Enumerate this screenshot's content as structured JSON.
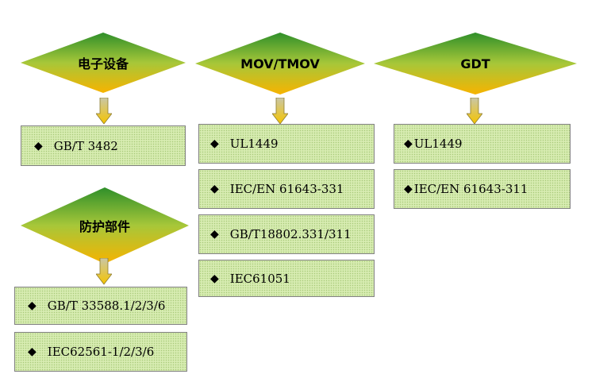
{
  "categories": [
    {
      "title": "电子设备",
      "standards": [
        "GB/T 3482"
      ]
    },
    {
      "title": "MOV/TMOV",
      "standards": [
        "UL1449",
        "IEC/EN 61643-331",
        "GB/T18802.331/311",
        "IEC61051"
      ]
    },
    {
      "title": "GDT",
      "standards": [
        "UL1449",
        "IEC/EN 61643-311"
      ]
    },
    {
      "title": "防护部件",
      "standards": [
        "GB/T 33588.1/2/3/6",
        "IEC62561-1/2/3/6"
      ]
    }
  ],
  "bullet_symbol": "◆",
  "colors": {
    "diamond_top": "#fde17a",
    "diamond_bottom": "#f2b400",
    "box_fill": "#d7ecb1",
    "box_border": "#808080"
  }
}
